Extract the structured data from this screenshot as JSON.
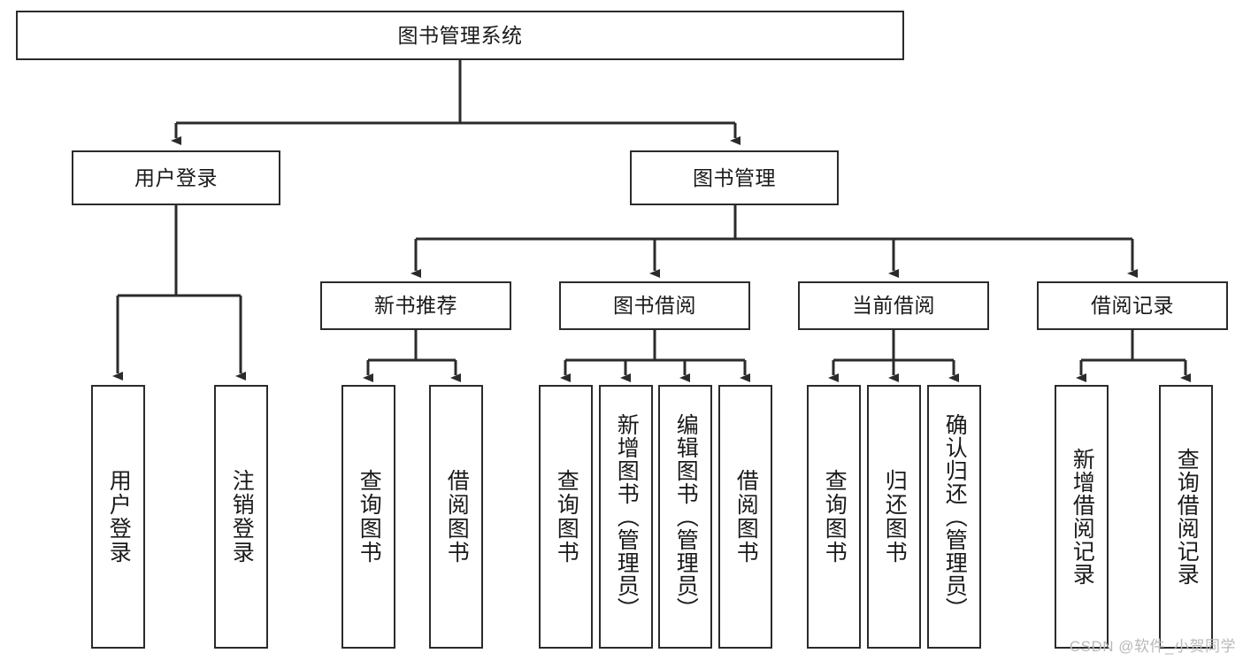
{
  "diagram": {
    "title": "图书管理系统",
    "watermark": "CSDN @软件_小贺同学",
    "line_color": "#2b2b2b",
    "box_fill": "#ffffff",
    "text_color": "#1a1a1a",
    "root": {
      "label": "图书管理系统"
    },
    "level2": [
      {
        "label": "用户登录"
      },
      {
        "label": "图书管理"
      }
    ],
    "level3": [
      {
        "label": "新书推荐"
      },
      {
        "label": "图书借阅"
      },
      {
        "label": "当前借阅"
      },
      {
        "label": "借阅记录"
      }
    ],
    "leaves": {
      "user_login": [
        {
          "label": "用户登录"
        },
        {
          "label": "注销登录"
        }
      ],
      "new_book": [
        {
          "label": "查询图书"
        },
        {
          "label": "借阅图书"
        }
      ],
      "book_borrow": [
        {
          "label": "查询图书"
        },
        {
          "label": "新增图书（管理员）"
        },
        {
          "label": "编辑图书（管理员）"
        },
        {
          "label": "借阅图书"
        }
      ],
      "current_borrow": [
        {
          "label": "查询图书"
        },
        {
          "label": "归还图书"
        },
        {
          "label": "确认归还（管理员）"
        }
      ],
      "borrow_record": [
        {
          "label": "新增借阅记录"
        },
        {
          "label": "查询借阅记录"
        }
      ]
    }
  }
}
